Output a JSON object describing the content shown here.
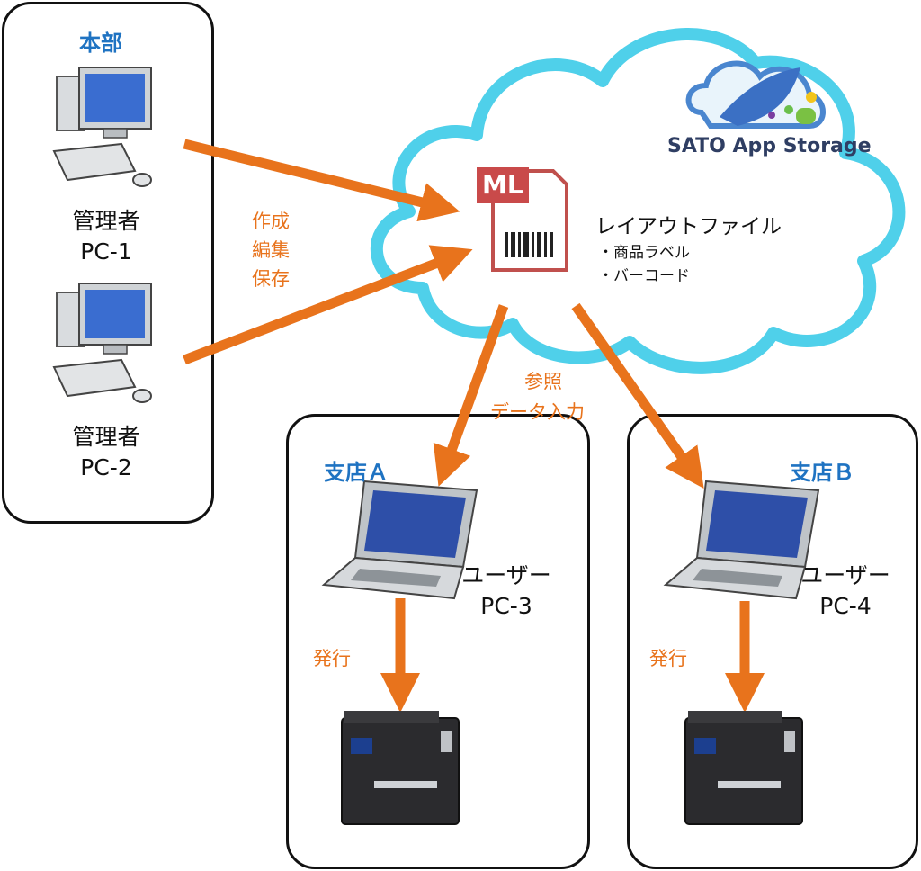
{
  "hq": {
    "title": "本部",
    "pc1_line1": "管理者",
    "pc1_line2": "PC-1",
    "pc2_line1": "管理者",
    "pc2_line2": "PC-2"
  },
  "admin_actions": [
    "作成",
    "編集",
    "保存"
  ],
  "cloud": {
    "logo_text": "SATO App Storage",
    "file_badge": "ML",
    "file_title": "レイアウトファイル",
    "file_items": [
      "・商品ラベル",
      "・バーコード"
    ]
  },
  "user_actions": [
    "参照",
    "データ入力"
  ],
  "branch_a": {
    "title": "支店Ａ",
    "pc_line1": "ユーザー",
    "pc_line2": "PC-3",
    "action": "発行"
  },
  "branch_b": {
    "title": "支店Ｂ",
    "pc_line1": "ユーザー",
    "pc_line2": "PC-4",
    "action": "発行"
  },
  "colors": {
    "arrow": "#e8731c",
    "cloud_fill": "#ffffff",
    "cloud_stroke": "#4fd0ea",
    "accent": "#1f73c2"
  }
}
